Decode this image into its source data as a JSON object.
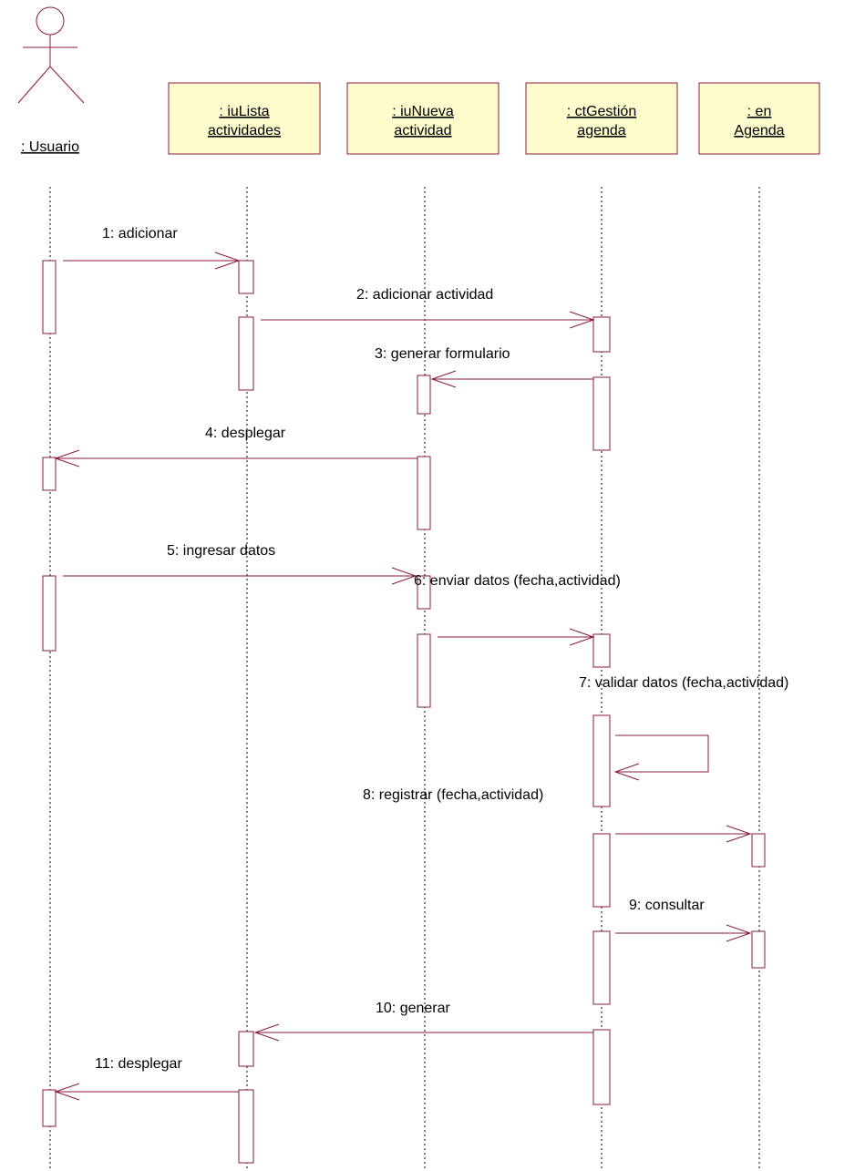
{
  "actor": {
    "name": ": Usuario"
  },
  "objects": [
    {
      "line1": ": iuLista",
      "line2": "actividades"
    },
    {
      "line1": ": iuNueva",
      "line2": "actividad"
    },
    {
      "line1": ": ctGestión",
      "line2": "agenda"
    },
    {
      "line1": ": en",
      "line2": "Agenda"
    }
  ],
  "messages": [
    {
      "label": "1: adicionar"
    },
    {
      "label": "2: adicionar actividad"
    },
    {
      "label": "3: generar formulario"
    },
    {
      "label": "4: desplegar"
    },
    {
      "label": "5: ingresar datos"
    },
    {
      "label": "6: enviar datos (fecha,actividad)"
    },
    {
      "label": "7: validar datos (fecha,actividad)"
    },
    {
      "label": "8: registrar (fecha,actividad)"
    },
    {
      "label": "9: consultar"
    },
    {
      "label": "10: generar"
    },
    {
      "label": "11: desplegar"
    }
  ],
  "colors": {
    "stroke": "#8b1a3c",
    "object_fill": "#fdfccd"
  }
}
